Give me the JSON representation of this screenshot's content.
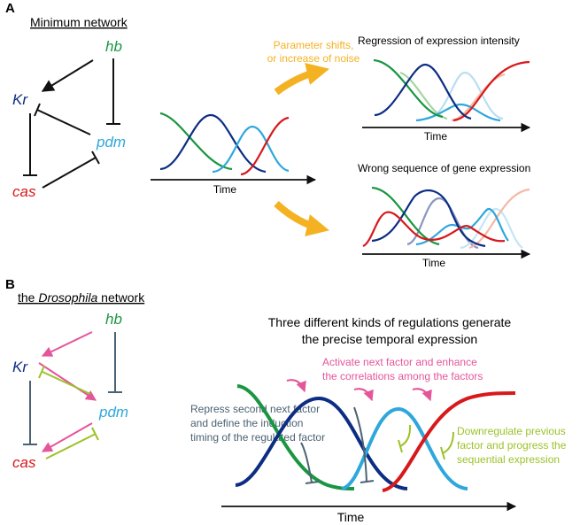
{
  "panel_a": {
    "letter": "A",
    "title": "Minimum network",
    "genes": {
      "hb": "hb",
      "kr": "Kr",
      "pdm": "pdm",
      "cas": "cas"
    },
    "center_plot": {
      "xlabel": "Time"
    },
    "upper_arrow_label": [
      "Parameter shifts,",
      "or increase of noise"
    ],
    "top_right": {
      "title": "Regression of expression intensity",
      "xlabel": "Time"
    },
    "bottom_right": {
      "title": "Wrong sequence of gene expression",
      "xlabel": "Time"
    }
  },
  "panel_b": {
    "letter": "B",
    "title_pre": "the ",
    "title_italic": "Drosophila",
    "title_post": " network",
    "genes": {
      "hb": "hb",
      "kr": "Kr",
      "pdm": "pdm",
      "cas": "cas"
    },
    "heading": [
      "Three different kinds of regulations generate",
      "the precise temporal expression"
    ],
    "activate_note": [
      "Activate next factor and enhance",
      "the correlations among the factors"
    ],
    "repress_note": [
      "Repress second next factor",
      "and define the induction",
      "timing of the regulated factor"
    ],
    "downregulate_note": [
      "Downregulate previous",
      "factor and progress the",
      "sequential expression"
    ],
    "xlabel": "Time"
  },
  "colors": {
    "hb": "#1a9641",
    "kr": "#0c2d83",
    "pdm": "#2ea7dc",
    "cas": "#d7191c",
    "shift_arrow": "#f4b223",
    "activation": "#e5559a",
    "repression_green": "#9cc228",
    "repression_gray": "#4a6273"
  }
}
